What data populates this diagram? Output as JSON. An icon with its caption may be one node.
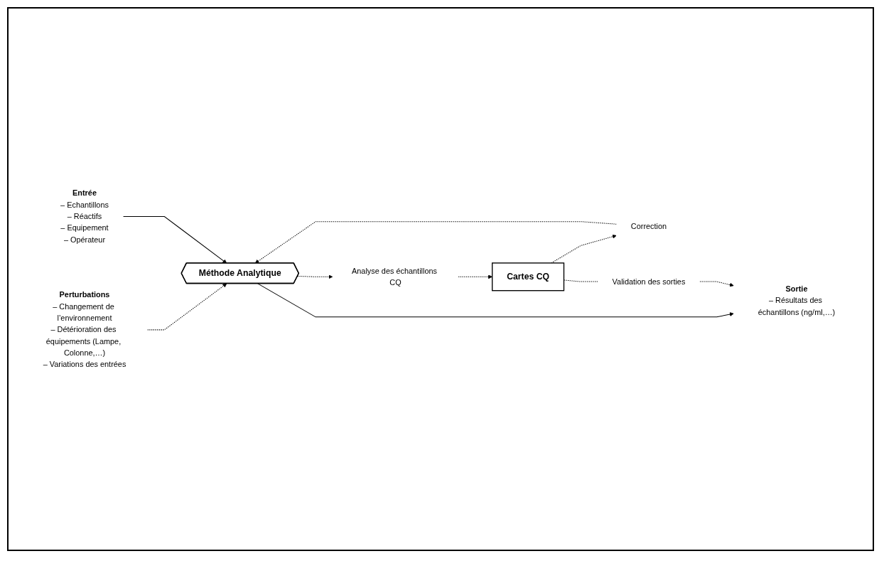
{
  "diagram": {
    "nodes": [
      {
        "text": [
          "Perturbations",
          "– Changement de l’environnement",
          "– Détérioration des équipements (Lampe, Colonne,…)",
          "– Variations des entrées"
        ]
      },
      {
        "text": [
          "Entrée",
          "– Echantillons",
          "– Réactifs",
          "– Equipement",
          "– Opérateur"
        ]
      },
      {
        "text": [
          "Méthode Analytique"
        ]
      },
      {
        "text": [
          "Sortie",
          "– Résultats des échantillons (ng/ml,…)"
        ]
      },
      {
        "text": [
          "Analyse des échantillons CQ"
        ]
      },
      {
        "text": [
          "Cartes CQ"
        ]
      },
      {
        "text": [
          "Correction"
        ]
      },
      {
        "text": [
          "Validation des sorties"
        ]
      }
    ],
    "edges": [
      {
        "from": 0,
        "to": 2,
        "arrow": "to",
        "style": "dashed"
      },
      {
        "from": 1,
        "to": 2,
        "arrow": "to"
      },
      {
        "from": 2,
        "to": 3,
        "arrow": "to"
      },
      {
        "from": 2,
        "to": 4,
        "arrow": "to",
        "style": "dashed"
      },
      {
        "from": 4,
        "to": 5,
        "arrow": "to",
        "style": "dashed"
      },
      {
        "from": 5,
        "to": 6,
        "arrow": "to",
        "style": "dashed"
      },
      {
        "from": 6,
        "to": 2,
        "arrow": "to",
        "style": "dashed"
      },
      {
        "from": 5,
        "to": 7,
        "arrow": "none",
        "style": "dashed"
      },
      {
        "from": 7,
        "to": 3,
        "arrow": "to",
        "style": "dashed"
      }
    ]
  }
}
